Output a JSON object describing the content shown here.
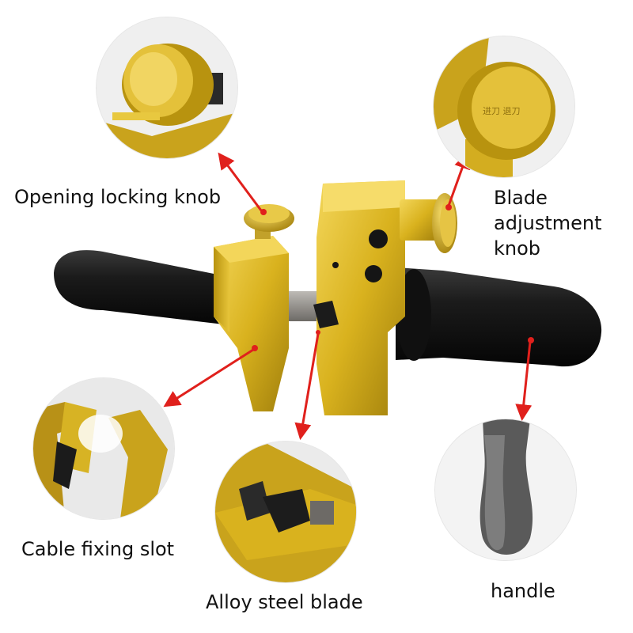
{
  "labels": {
    "opening_locking_knob": "Opening locking knob",
    "blade_adjustment_knob_lines": [
      "Blade",
      "adjustment",
      "knob"
    ],
    "cable_fixing_slot": "Cable fixing slot",
    "alloy_steel_blade": "Alloy steel blade",
    "handle": "handle"
  },
  "knob_engraving": "进刀 退刀",
  "colors": {
    "gold": "#d9b21e",
    "gold_dark": "#a07f0c",
    "gold_light": "#f3d65a",
    "handle_black": "#1c1c1c",
    "arrow_red": "#e0201c",
    "steel": "#6d6a66"
  }
}
